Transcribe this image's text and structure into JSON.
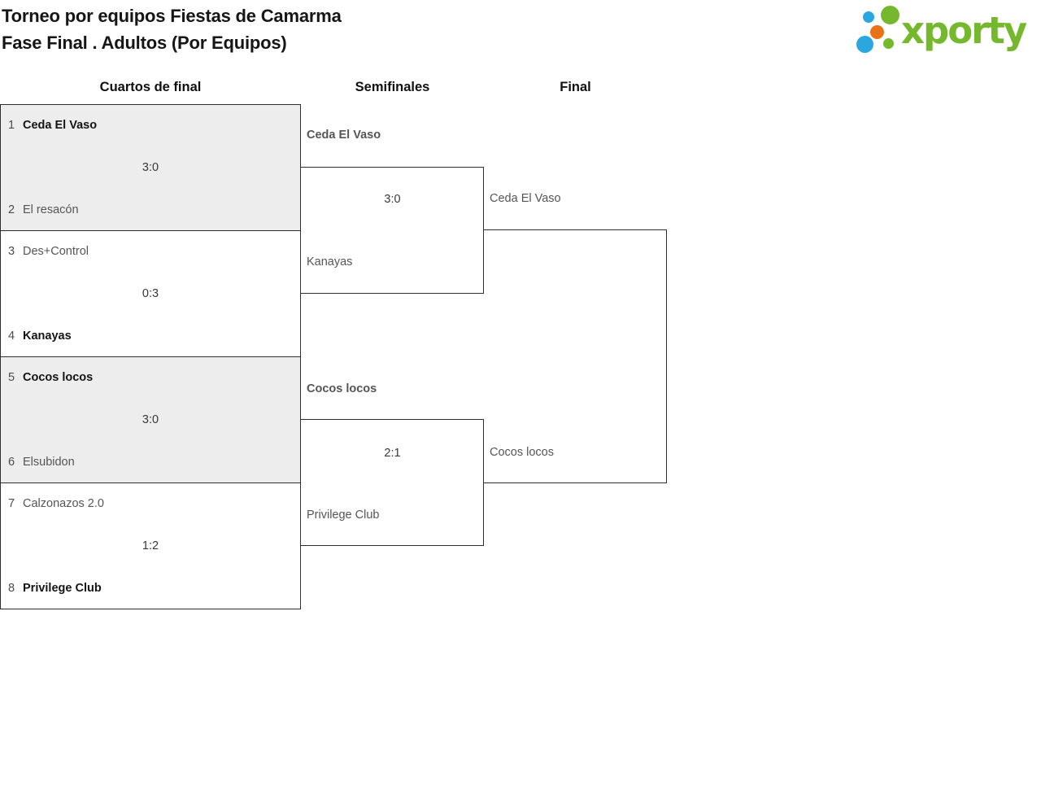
{
  "header": {
    "title_line1": "Torneo por equipos Fiestas de Camarma",
    "title_line2": "Fase Final . Adultos (Por Equipos)"
  },
  "logo": {
    "wordmark": "xporty",
    "green": "#76b82d",
    "blue": "#2aa7df",
    "orange": "#e97118"
  },
  "rounds": [
    {
      "label": "Cuartos de final"
    },
    {
      "label": "Semifinales"
    },
    {
      "label": "Final"
    }
  ],
  "quarterfinals": [
    {
      "seed_top": "1",
      "team_top": "Ceda El Vaso",
      "team_top_winner": true,
      "score": "3:0",
      "seed_bottom": "2",
      "team_bottom": "El resacón",
      "team_bottom_winner": false
    },
    {
      "seed_top": "3",
      "team_top": "Des+Control",
      "team_top_winner": false,
      "score": "0:3",
      "seed_bottom": "4",
      "team_bottom": "Kanayas",
      "team_bottom_winner": true
    },
    {
      "seed_top": "5",
      "team_top": "Cocos locos",
      "team_top_winner": true,
      "score": "3:0",
      "seed_bottom": "6",
      "team_bottom": "Elsubidon",
      "team_bottom_winner": false
    },
    {
      "seed_top": "7",
      "team_top": "Calzonazos 2.0",
      "team_top_winner": false,
      "score": "1:2",
      "seed_bottom": "8",
      "team_bottom": "Privilege Club",
      "team_bottom_winner": true
    }
  ],
  "semifinals": [
    {
      "team_top": "Ceda El Vaso",
      "team_top_winner": true,
      "score": "3:0",
      "team_bottom": "Kanayas",
      "team_bottom_winner": false
    },
    {
      "team_top": "Cocos locos",
      "team_top_winner": true,
      "score": "2:1",
      "team_bottom": "Privilege Club",
      "team_bottom_winner": false
    }
  ],
  "final_match": {
    "team_top": "Ceda El Vaso",
    "team_top_winner": false,
    "score": "",
    "team_bottom": "Cocos locos",
    "team_bottom_winner": false
  }
}
